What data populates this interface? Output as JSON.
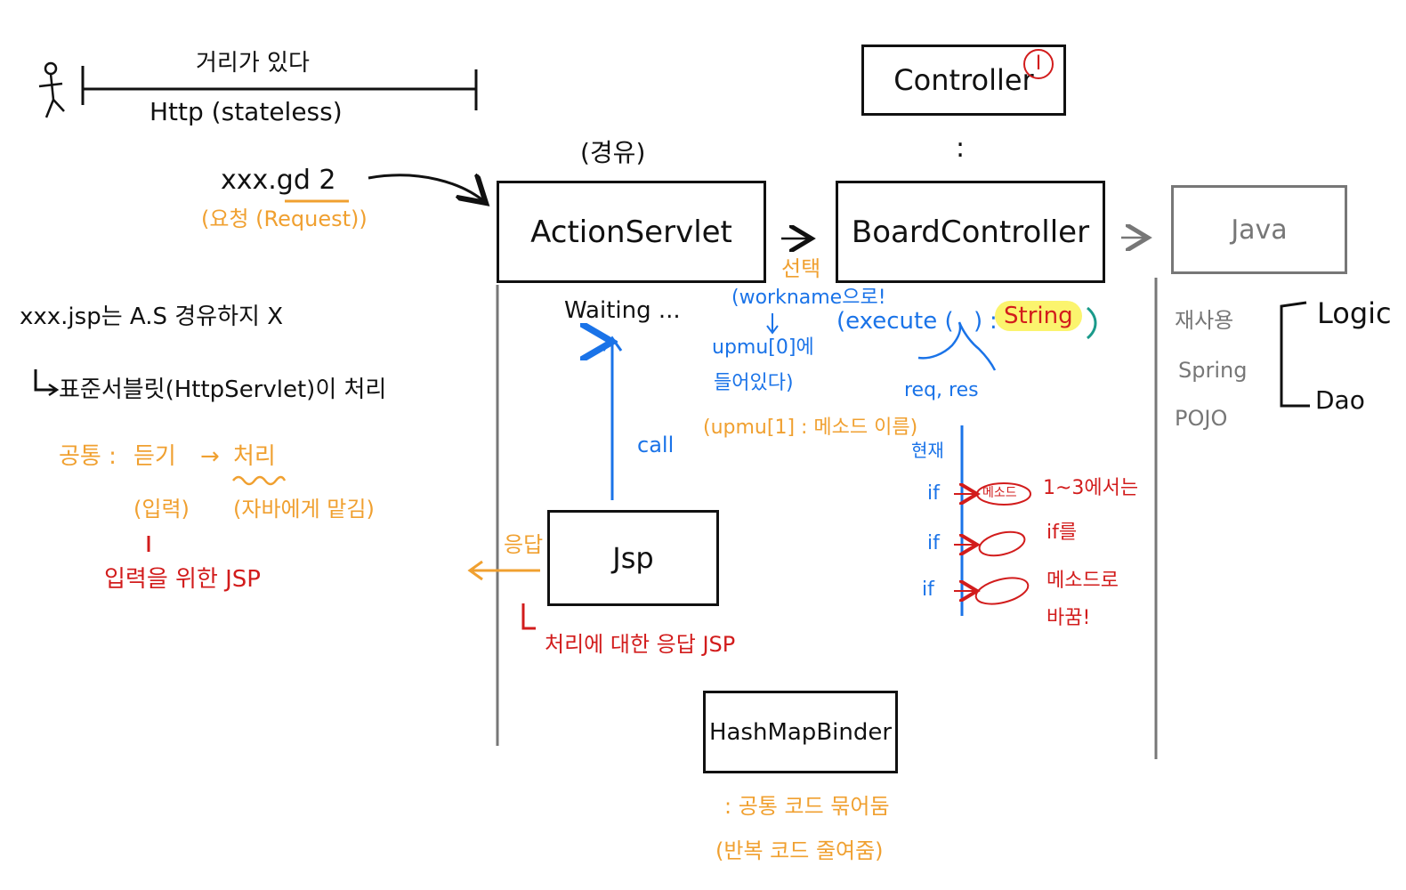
{
  "top": {
    "distance": "거리가 있다",
    "http": "Http (stateless)"
  },
  "request": {
    "url": "xxx.gd 2",
    "label": "(요청 (Request))"
  },
  "via": "(경유)",
  "jsp_note": "xxx.jsp는 A.S 경유하지 X",
  "servlet_note": "표준서블릿(HttpServlet)이 처리",
  "common": {
    "label": "공통 :",
    "listen": "듣기",
    "arrow": "→",
    "process": "처리",
    "input": "(입력)",
    "java": "(자바에게 맡김)",
    "input_jsp": "입력을 위한 JSP"
  },
  "boxes": {
    "controller": "Controller",
    "interface_badge": "I",
    "action_servlet": "ActionServlet",
    "board_controller": "BoardController",
    "java": "Java",
    "jsp": "Jsp",
    "hashmap_binder": "HashMapBinder"
  },
  "colon": ":",
  "waiting": "Waiting ...",
  "call": "call",
  "response": "응답",
  "response_jsp": "처리에 대한 응답 JSP",
  "select": {
    "label": "선택",
    "workname": "(workname으로!",
    "upmu": "upmu[0]에",
    "inside": "들어있다)",
    "method": "(upmu[1] : 메소드 이름)"
  },
  "execute": {
    "sig": "(execute (",
    "close": ")",
    "ret_sep": ":",
    "ret": "String",
    "end": ")",
    "params": "req, res"
  },
  "current": "현재",
  "ifs": [
    "if",
    "if",
    "if"
  ],
  "method_tag": "메소드",
  "refactor": {
    "line1": "1~3에서는",
    "line2": "if를",
    "line3": "메소드로",
    "line4": "바꿈!"
  },
  "side": {
    "reuse": "재사용",
    "spring": "Spring",
    "pojo": "POJO",
    "logic": "Logic",
    "dao": "Dao"
  },
  "binder": {
    "line1": ": 공통 코드 묶어둠",
    "line2": "(반복 코드 줄여줌)"
  },
  "colors": {
    "black": "#111111",
    "orange": "#f0a030",
    "blue": "#1a73e8",
    "red": "#d21c1c",
    "gray": "#777777",
    "highlight": "#fbf46e"
  }
}
